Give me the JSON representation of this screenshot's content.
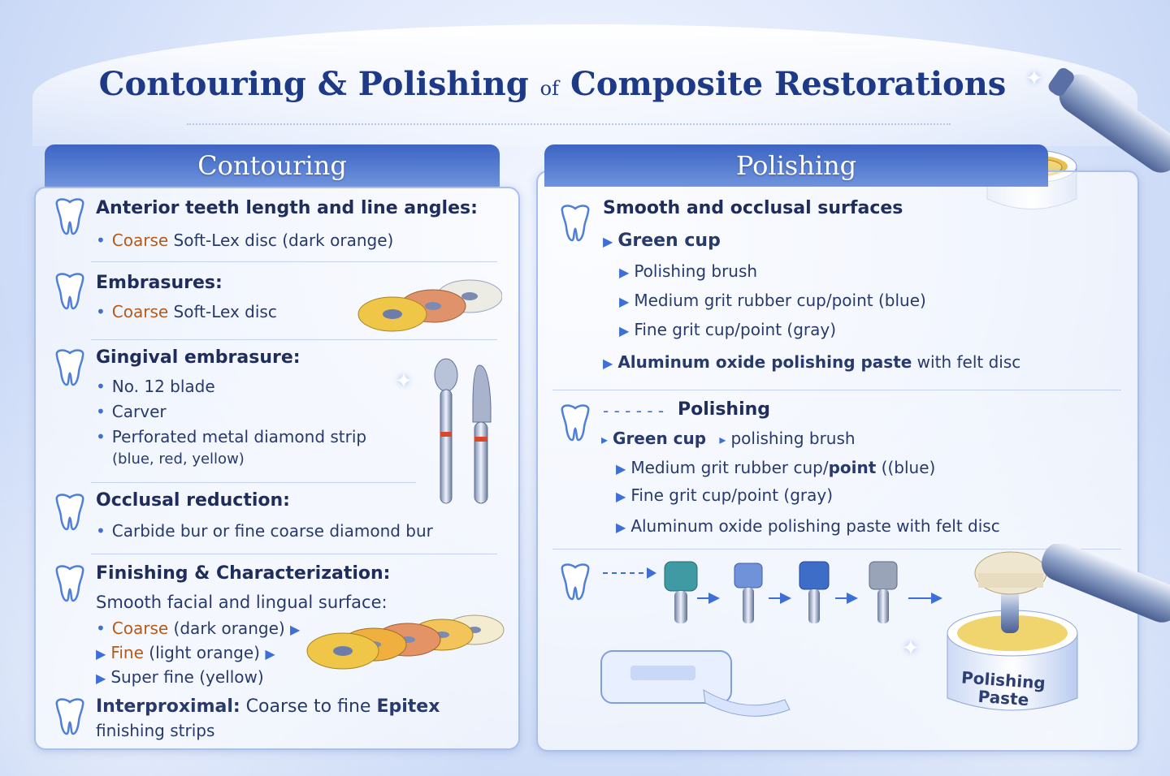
{
  "title": {
    "main1": "Contouring & Polishing",
    "of": "of",
    "main2": "Composite Restorations"
  },
  "contouring": {
    "header": "Contouring",
    "s1": {
      "h": "Anterior teeth length and line angles:",
      "l1a": "Coarse",
      "l1b": " Soft-Lex disc (dark orange)"
    },
    "s2": {
      "h": "Embrasures:",
      "l1a": "Coarse",
      "l1b": " Soft-Lex disc"
    },
    "s3": {
      "h": "Gingival embrasure:",
      "l1": "No. 12 blade",
      "l2": "Carver",
      "l3": "Perforated metal diamond strip",
      "l4": "(blue, red, yellow)"
    },
    "s4": {
      "h": "Occlusal reduction:",
      "l1": "Carbide bur or fine coarse diamond bur"
    },
    "s5": {
      "h": "Finishing & Characterization:",
      "sub": "Smooth facial and lingual surface:",
      "l1a": "Coarse",
      "l1b": " (dark orange)",
      "l2a": "Fine",
      "l2b": " (light orange)",
      "l3": "Super fine (yellow)"
    },
    "s6": {
      "h": "Interproximal:",
      "t1": " Coarse to fine ",
      "t2": "Epitex",
      "t3": "finishing strips"
    }
  },
  "polishing": {
    "header": "Polishing",
    "s1": {
      "h": "Smooth and occlusal surfaces",
      "l1": "Green cup",
      "l2": "Polishing brush",
      "l3": "Medium grit rubber cup/point (blue)",
      "l4": "Fine grit cup/point (gray)",
      "l5a": "Aluminum oxide polishing paste",
      "l5b": " with felt disc"
    },
    "s2": {
      "h": "Polishing",
      "l1a": "Green cup",
      "l1b": "polishing brush",
      "l2a": "Medium grit rubber cup/",
      "l2b": "point",
      "l2c": " ((blue)",
      "l3": "Fine grit cup/point (gray)",
      "l4": "Aluminum oxide polishing paste with felt disc"
    },
    "paste_label": {
      "l1": "Polishing",
      "l2": "Paste"
    }
  },
  "colors": {
    "header": "#3c64c3",
    "title": "#1e3a87",
    "coarse": "#b55a1a",
    "bullet": "#3d6fd6"
  },
  "icons": [
    "tooth-icon",
    "bullet-dot",
    "arrow-triangle",
    "dental-handpiece",
    "polishing-disc",
    "diamond-bur",
    "rubber-cup",
    "paste-jar",
    "strip-pack"
  ]
}
